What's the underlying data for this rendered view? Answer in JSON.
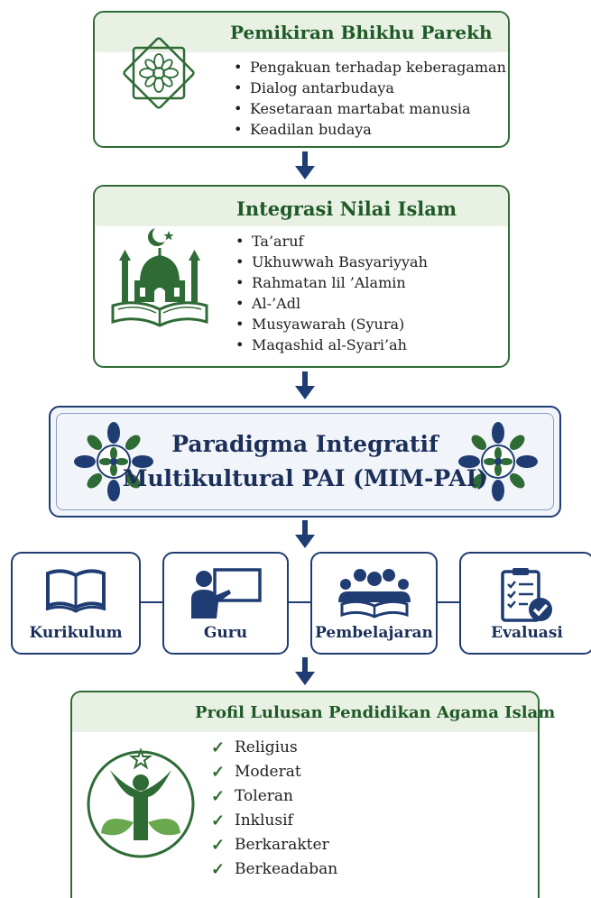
{
  "box1": {
    "title": "Pemikiran Bhikhu Parekh",
    "items": [
      "Pengakuan terhadap keberagaman",
      "Dialog antarbudaya",
      "Kesetaraan martabat manusia",
      "Keadilan budaya"
    ],
    "icon": "islamic-star-ornament-icon"
  },
  "box2": {
    "title": "Integrasi Nilai Islam",
    "items": [
      "Ta’aruf",
      "Ukhuwwah Basyariyyah",
      "Rahmatan lil ’Alamin",
      "Al-’Adl",
      "Musyawarah (Syura)",
      "Maqashid al-Syari’ah"
    ],
    "icon": "mosque-book-icon"
  },
  "paradigm": {
    "line1": "Paradigma Integratif",
    "line2": "Multikultural PAI (MIM-PAI)",
    "icon": "floral-mandala-icon"
  },
  "pillars": [
    {
      "label": "Kurikulum",
      "icon": "open-book-icon"
    },
    {
      "label": "Guru",
      "icon": "teacher-board-icon"
    },
    {
      "label": "Pembelajaran",
      "icon": "students-reading-icon"
    },
    {
      "label": "Evaluasi",
      "icon": "checklist-clipboard-icon"
    }
  ],
  "profile": {
    "title": "Profil Lulusan Pendidikan Agama Islam",
    "items": [
      "Religius",
      "Moderat",
      "Toleran",
      "Inklusif",
      "Berkarakter",
      "Berkeadaban"
    ],
    "icon": "growing-person-leaves-icon"
  },
  "colors": {
    "green": "#2e6b35",
    "navy": "#1f3c73",
    "green_header": "#e9f1e5"
  }
}
